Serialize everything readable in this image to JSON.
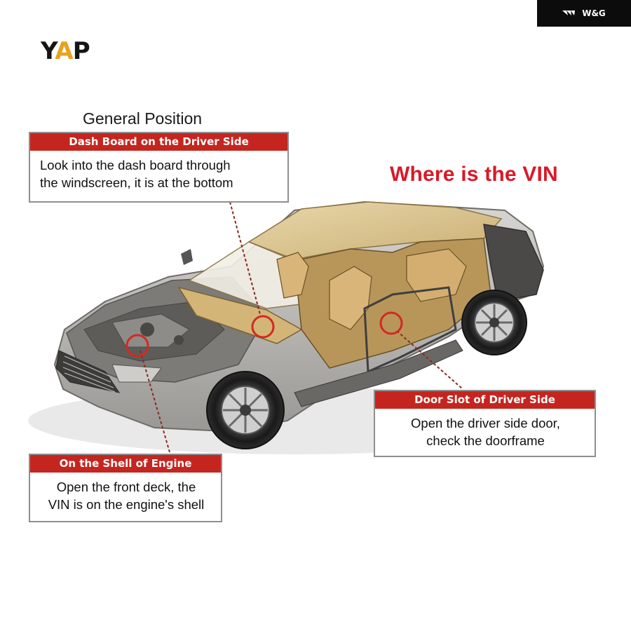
{
  "badge": {
    "text": "W&G",
    "icon": "wing-icon"
  },
  "logo": {
    "text_start": "Y",
    "text_accent": "A",
    "text_end": "P",
    "accent_color": "#e8a21e"
  },
  "heading": "General Position",
  "title": "Where is the VIN",
  "colors": {
    "header_red": "#c5251f",
    "title_red": "#d81a28",
    "ring_red": "#d22a22"
  },
  "callouts": [
    {
      "id": "dash",
      "header": "Dash Board on the Driver Side",
      "lines": [
        "Look into the dash board through",
        "the windscreen, it is at the bottom"
      ]
    },
    {
      "id": "door",
      "header": "Door Slot of Driver Side",
      "lines": [
        "Open the driver side door,",
        "check the doorframe"
      ]
    },
    {
      "id": "engine",
      "header": "On the Shell of Engine",
      "lines": [
        "Open the front deck, the",
        "VIN is on the engine's shell"
      ]
    }
  ]
}
